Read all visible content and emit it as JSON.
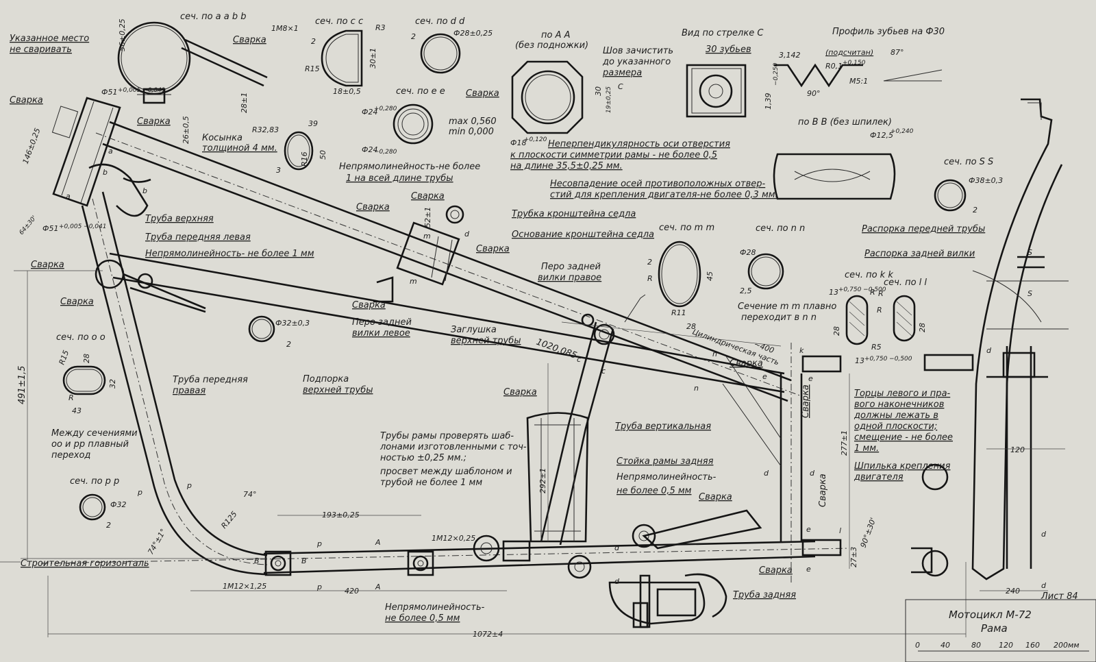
{
  "labels": {
    "sech_aabb": "сеч. по a a b b",
    "m8": "1М8×1",
    "dim_56": "56±0,25",
    "svarka_top": "Сварка",
    "ukaz_1": "Указанное место",
    "ukaz_2": "не сваривать",
    "svarka_left1": "Сварка",
    "dim_146": "146±0,25",
    "dim_51_top": "Ф51",
    "dim_51_top_tol": "+0,005 −0,041",
    "dim_28": "28±1",
    "dim_26": "26±0,5",
    "svarka_mid1": "Сварка",
    "r3283": "R32,83",
    "kosynka_1": "Косынка",
    "kosynka_2": "толщиной 4 мм.",
    "dim_64": "64±30'",
    "dim_51_low": "Ф51",
    "dim_51_low_tol": "+0,005 −0,041",
    "svarka_left2": "Сварка",
    "sech_cc": "сеч. по c c",
    "r3": "R3",
    "two_cc": "2",
    "r15_cc": "R15",
    "dim_30": "30±1",
    "dim_18": "18±0,5",
    "sech_dd": "сеч. по d d",
    "two_dd": "2",
    "d28": "Ф28±0,25",
    "sech_ee": "сеч. по e e",
    "d24_top": "Ф24",
    "d24_top_tol": "+0,280",
    "d24_bot": "Ф24",
    "d24_bot_tol": "−0,280",
    "max": "max 0,560",
    "min": "min 0,000",
    "po_aa_1": "по А А",
    "po_aa_2": "(без подножки)",
    "svarka_aa": "Сварка",
    "shov_1": "Шов зачистить",
    "shov_2": "до указанного",
    "shov_3": "размера",
    "dim_30_aa": "30",
    "dim_19": "19±0,25",
    "c_arrow": "C",
    "vid_c": "Вид по стрелке С",
    "zubev": "30 зубьев",
    "profil": "Профиль зубьев на Ф30",
    "dim_314": "3,142",
    "podrezat": "(подсчитан)",
    "dim_87": "87°",
    "r01": "R0,1",
    "r01_tol": "+0,150",
    "dim_90": "90°",
    "m5": "М5:1",
    "dim_139": "1,39",
    "dim_139_tol": "−0,250",
    "dim_3_ring": "3",
    "dim_39": "39",
    "r16": "R16",
    "dim_50": "50",
    "d18": "Ф18",
    "d18_tol": "+0,120",
    "neperp_1": "Неперпендикулярность оси отверстия",
    "neperp_2": "к плоскости симметрии рамы - не более 0,5",
    "neperp_3": "на длине 35,5±0,25 мм.",
    "po_bb": "по В В (без шпилек)",
    "d125": "Ф12,5",
    "d125_tol": "+0,240",
    "nesovp_1": "Несовпадение осей противоположных отвер-",
    "nesovp_2": "стий для крепления двигателя-не более 0,3 мм.",
    "sech_ss": "сеч. по S S",
    "d38": "Ф38±0,3",
    "two_ss": "2",
    "raspor_front": "Распорка передней трубы",
    "raspor_rear": "Распорка задней вилки",
    "nepr_top_1": "Непрямолинейность-не более",
    "nepr_top_2": "1 на всей длине трубы",
    "svarka_c1": "Сварка",
    "svarka_c2": "Сварка",
    "trubka_kron": "Трубка кронштейна седла",
    "osnov_kron": "Основание кронштейна седла",
    "svarka_c3": "Сварка",
    "dim_52": "52±1",
    "sech_mm": "сеч. по m m",
    "two_mm": "2",
    "r_mm": "R",
    "dim_45": "45",
    "r11": "R11",
    "dim_28_mm": "28",
    "sech_nn": "сеч. по n n",
    "d28_nn": "Ф28",
    "dim_25": "2,5",
    "sech_trans_1": "Сечение m m плавно",
    "sech_trans_2": "переходит в n n",
    "sech_kk": "сеч. по k k",
    "dim_13_kk": "13",
    "dim_13_kk_tol": "+0,750 −0,500",
    "r_kk1": "R",
    "r_kk2": "R",
    "dim_28_kk": "28",
    "r5": "R5",
    "dim_13_b": "13",
    "dim_13_b_tol": "+0,750 −0,500",
    "sech_ll": "сеч. по l l",
    "r_ll": "R",
    "dim_28_ll": "28",
    "truba_verh": "Труба верхняя",
    "truba_per_lev": "Труба передняя левая",
    "nepr_1mm": "Непрямолинейность- не более 1 мм",
    "pero_prav_1": "Перо задней",
    "pero_prav_2": "вилки правое",
    "svarka_left3": "Сварка",
    "svarka_mid2": "Сварка",
    "pero_lev_1": "Перо задней",
    "pero_lev_2": "вилки левое",
    "zaglushka_1": "Заглушка",
    "zaglushka_2": "верхней трубы",
    "d32_mid": "Ф32±0,3",
    "two_mid": "2",
    "dim_1020": "1020,085",
    "dim_400": "~400",
    "cyl_part": "Цилиндрическая часть",
    "sech_oo": "сеч. по о о",
    "r15_oo": "R15",
    "dim_28_oo": "28",
    "dim_32_oo": "32",
    "r_oo": "R",
    "dim_43": "43",
    "truba_per_prav_1": "Труба передняя",
    "truba_per_prav_2": "правая",
    "podporka_1": "Подпорка",
    "podporka_2": "верхней трубы",
    "svarka_vert": "Сварка",
    "truba_vert": "Труба вертикальная",
    "svarka_e": "Сварка",
    "svarka_right": "Сварка",
    "dim_491": "491±1,5",
    "mezhdu_1": "Между сечениями",
    "mezhdu_2": "оо и рр плавный",
    "mezhdu_3": "переход",
    "truby_1": "Трубы рамы проверять шаб-",
    "truby_2": "лонами изготовленными с точ-",
    "truby_3": "ностью ±0,25 мм.;",
    "truby_4": "просвет между шаблоном и",
    "truby_5": "трубой не более 1 мм",
    "stoika": "Стойка рамы задняя",
    "nepr_05_1": "Непрямолинейность-",
    "nepr_05_2": "не более 0,5 мм",
    "svarka_low": "Сварка",
    "dim_277": "277±1",
    "torcy_1": "Торцы левого и пра-",
    "torcy_2": "вого наконечников",
    "torcy_3": "должны лежать в",
    "torcy_4": "одной плоскости;",
    "torcy_5": "смещение - не более",
    "torcy_6": "1 мм.",
    "shpilka_1": "Шпилька крепления",
    "shpilka_2": "двигателя",
    "dim_120": "120",
    "sech_pp": "сеч. по р р",
    "d32_pp": "Ф32",
    "two_pp": "2",
    "dim_292": "292±1",
    "dim_193": "193±0,25",
    "m12_025": "1М12×0,25",
    "dim_74": "74°",
    "dim_74b": "74°±1°",
    "r125": "R125",
    "stroit": "Строительная горизонталь",
    "m12_125": "1М12×1,25",
    "dim_420": "420",
    "dim_90_30": "90°±30'",
    "dim_27": "27±3",
    "svarka_bot": "Сварка",
    "truba_zad": "Труба задняя",
    "nepr_bot_1": "Непрямолинейность-",
    "nepr_bot_2": "не более 0,5 мм",
    "dim_1072": "1072±4",
    "dim_240": "240",
    "list": "Лист 84",
    "sec_a": "a",
    "sec_b": "b",
    "sec_d": "d",
    "sec_m": "m",
    "sec_c": "c",
    "sec_n": "n",
    "sec_k": "k",
    "sec_e": "e",
    "sec_p": "p",
    "sec_A": "А",
    "sec_B": "В",
    "sec_S": "S",
    "sec_l": "l"
  },
  "title_block": {
    "title": "Мотоцикл М-72",
    "subtitle": "Рама",
    "scale": [
      "0",
      "40",
      "80",
      "120",
      "160",
      "200мм"
    ]
  }
}
